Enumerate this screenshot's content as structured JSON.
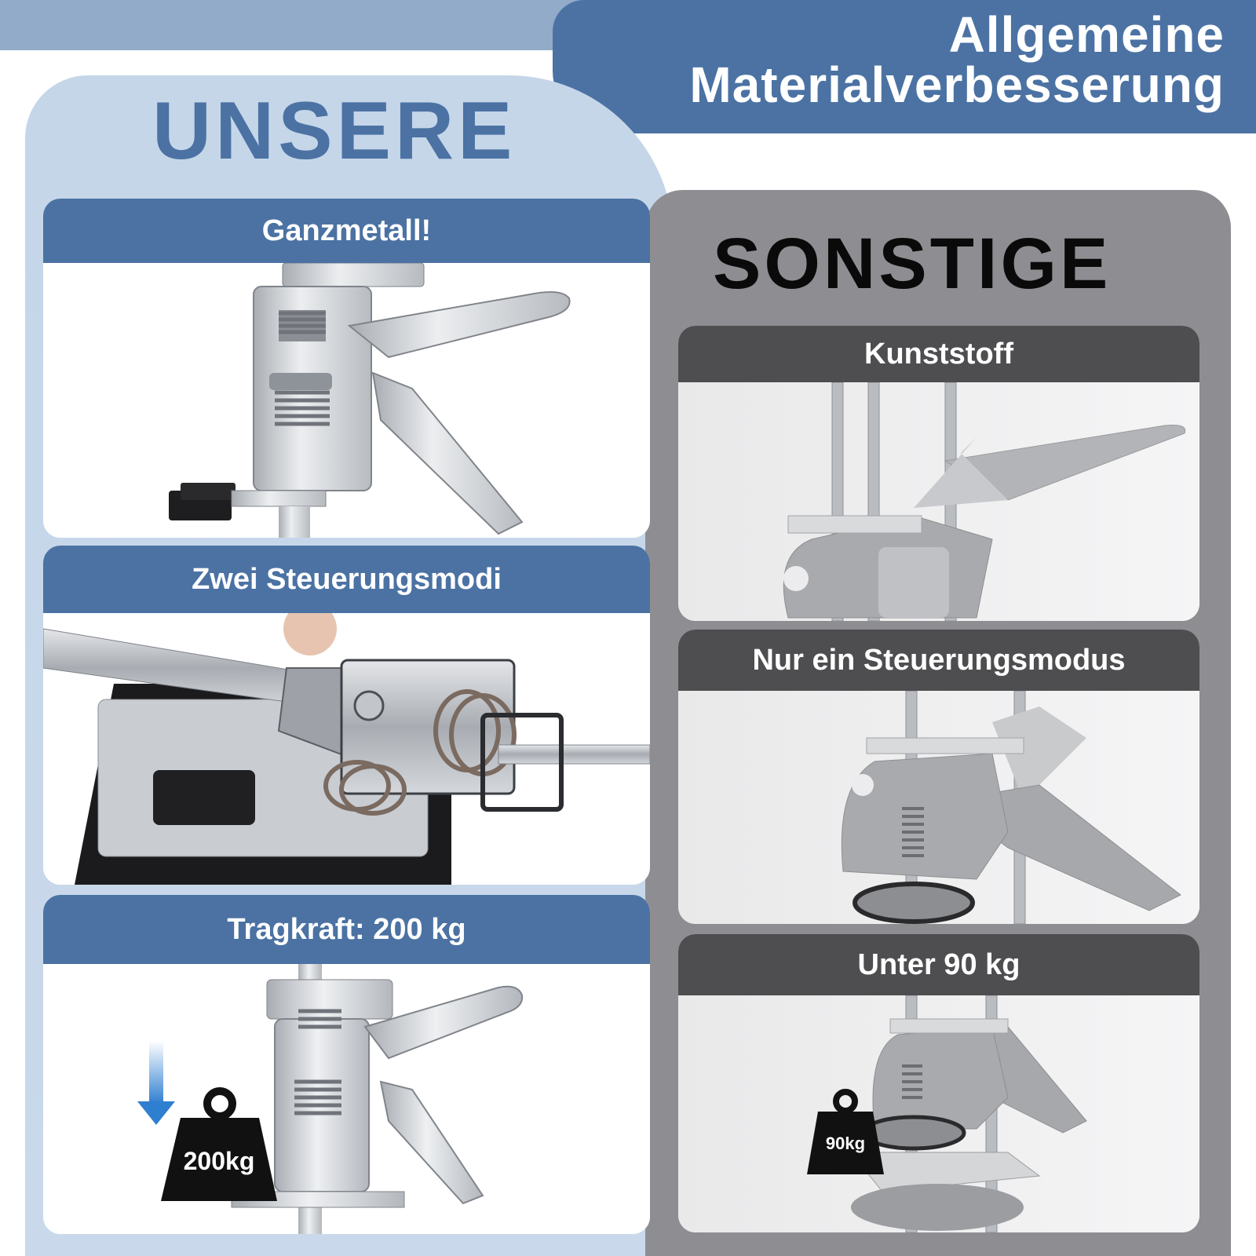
{
  "header": {
    "line1": "Allgemeine",
    "line2": "Materialverbesserung"
  },
  "ours": {
    "title": "UNSERE",
    "cards": [
      {
        "label": "Ganzmetall!"
      },
      {
        "label": "Zwei Steuerungsmodi"
      },
      {
        "label": "Tragkraft: 200 kg",
        "weight": "200kg"
      }
    ]
  },
  "others": {
    "title": "SONSTIGE",
    "cards": [
      {
        "label": "Kunststoff"
      },
      {
        "label": "Nur ein Steuerungsmodus"
      },
      {
        "label": "Unter 90 kg",
        "weight": "90kg"
      }
    ]
  },
  "colors": {
    "accent_blue": "#4b72a3",
    "light_blue": "#c5d6e9",
    "dark_gray": "#4e4e50",
    "panel_gray": "#8e8e92"
  }
}
